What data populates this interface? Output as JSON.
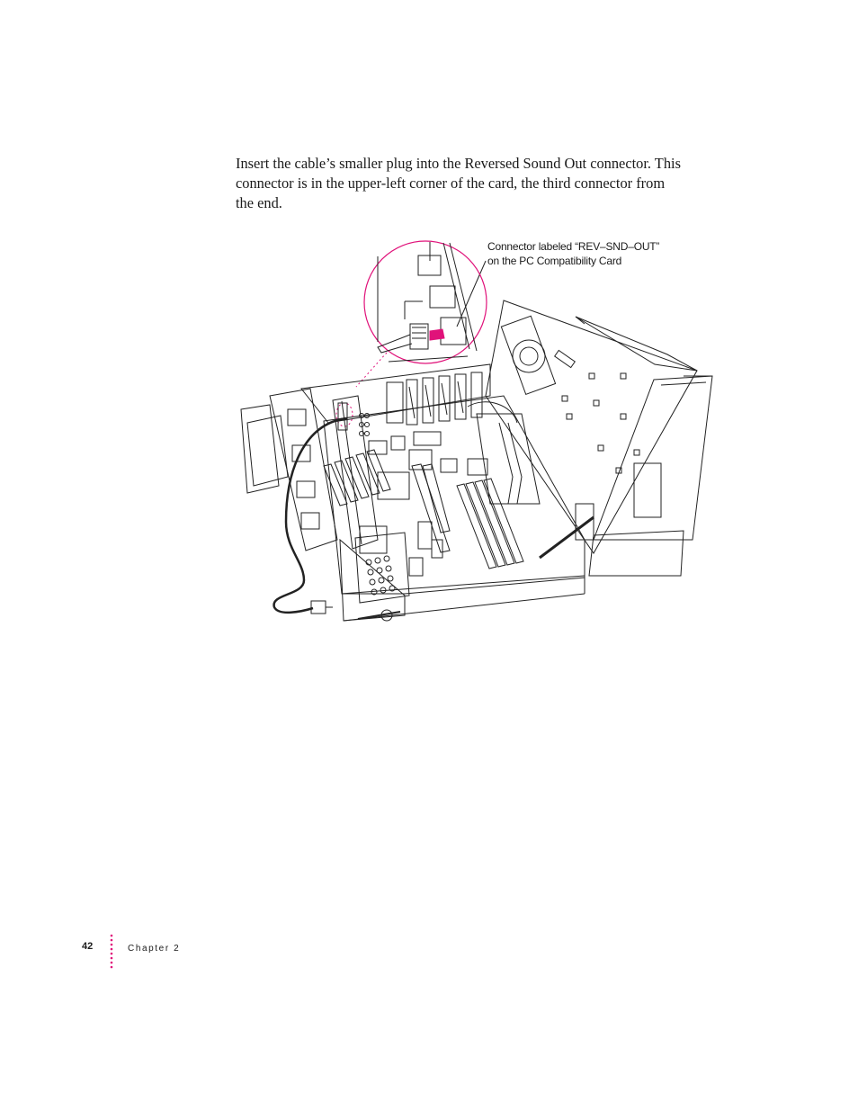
{
  "body": {
    "lines": [
      "Insert the cable’s smaller plug into the Reversed Sound Out connector. This",
      "connector is in the upper-left corner of the card, the third connector from",
      "the end."
    ]
  },
  "figure": {
    "callout_lines": [
      "Connector labeled “REV–SND–OUT”",
      "on the PC Compatibility Card"
    ],
    "accent_color": "#e0127a"
  },
  "footer": {
    "page_number": "42",
    "chapter": "Chapter 2"
  }
}
